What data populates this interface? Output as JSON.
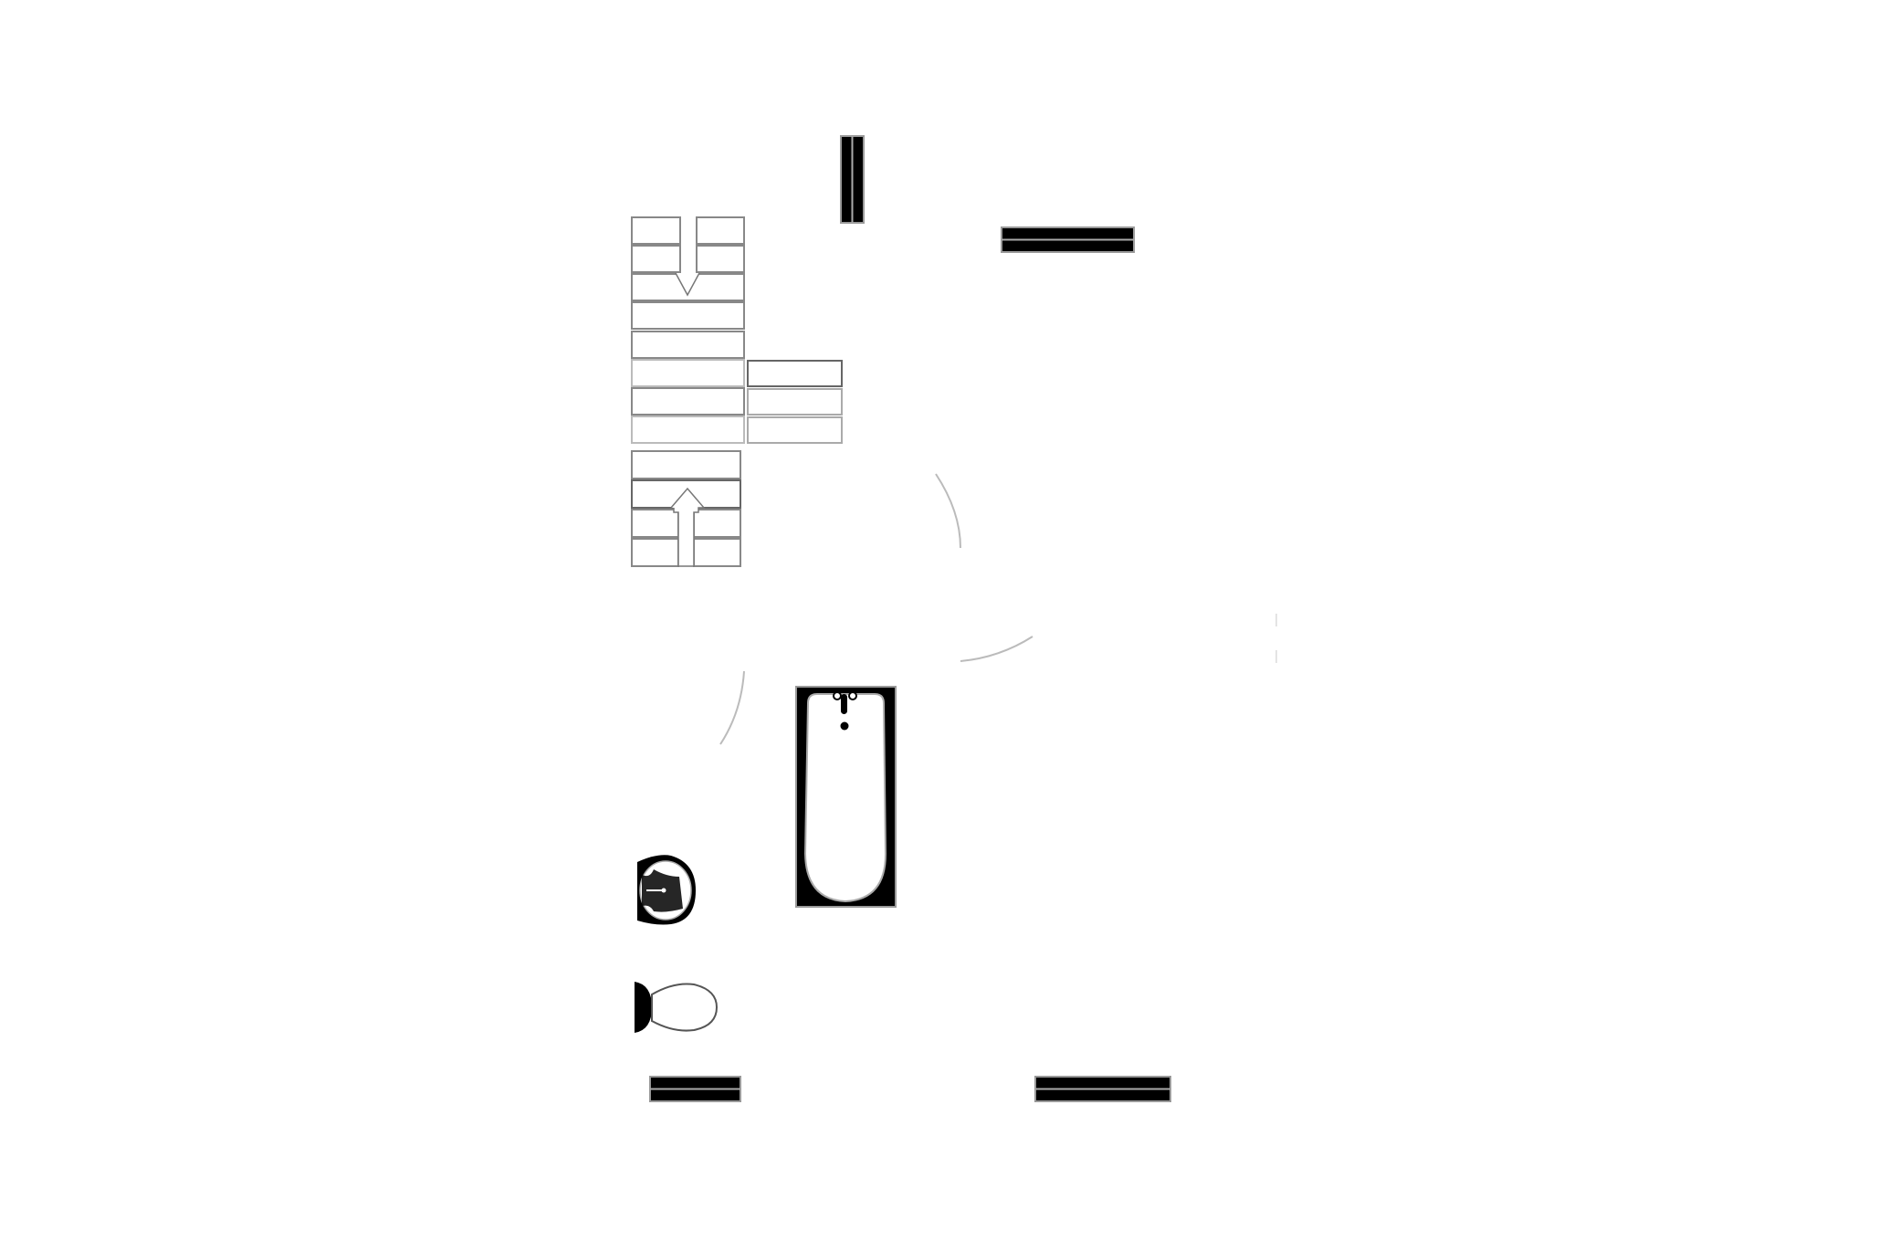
{
  "colors": {
    "background": "#ffffff",
    "wall_fill": "#000000",
    "outline": "#777777",
    "arc": "#bbbbbb"
  },
  "symbols": [
    "wall-segment",
    "staircase",
    "door-swing-arc",
    "bathtub",
    "sink",
    "toilet"
  ]
}
